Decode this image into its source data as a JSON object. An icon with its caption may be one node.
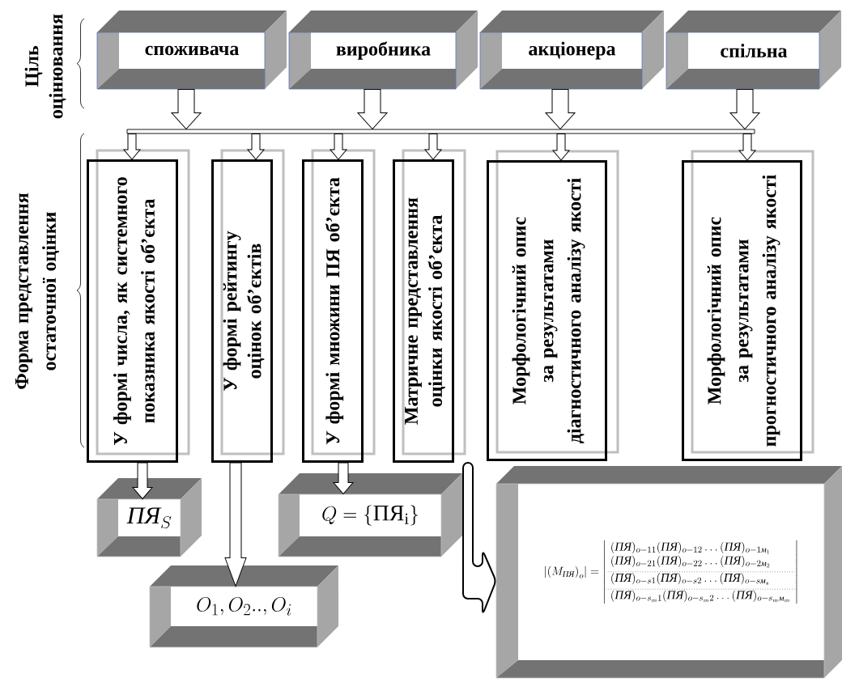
{
  "diagram": {
    "nodes": [
      {
        "text": [
          "споживача"
        ]
      },
      {
        "text": [
          "виробника"
        ]
      },
      {
        "text": [
          "акціонера"
        ]
      },
      {
        "text": [
          "спільна"
        ]
      },
      {
        "text": [],
        "shape": "bar"
      },
      {
        "text": [
          "У формі числа, як системного показника якості об’єкта"
        ]
      },
      {
        "text": [
          "У формі рейтингу оцінок об’єктів"
        ]
      },
      {
        "text": [
          "У формі множини ПЯ об’єкта"
        ]
      },
      {
        "text": [
          "Матричне представлення оцінки якості об’єкта"
        ]
      },
      {
        "text": [
          "Морфологічний опис за результатами діагностичного аналізу якості"
        ]
      },
      {
        "text": [
          "Морфологічний опис за результатами прогностичного аналізу якості"
        ]
      },
      {
        "text": [
          "\\textit{ПЯ}_{S}"
        ]
      },
      {
        "text": [
          "O_{1},O_{2}..,O_{i}"
        ]
      },
      {
        "text": [
          "Q = \\left\\{\\text{ПЯ}_{\\mathrm{i}}\\right\\}"
        ]
      },
      {
        "text": [
          "\\left|\\left(M_{\\textit{ПЯ}}\\right)_{o}\\right| = \\left|\\begin{array}{l}(\\textit{ПЯ})_{o-11}(\\textit{ПЯ})_{o-12}\\ldots(\\textit{ПЯ})_{o-1\\textit{м}_{1}}\\\\(\\textit{ПЯ})_{o-21}(\\textit{ПЯ})_{o-22}\\ldots(\\textit{ПЯ})_{o-2\\textit{м}_{2}}\\\\[4pt]\\hdashline[1pt/2pt](\\textit{ПЯ})_{o-s1}(\\textit{ПЯ})_{o-s2}\\ldots(\\textit{ПЯ})_{o-s\\textit{м}_{s}}\\\\[4pt]\\hdashline[1pt/2pt](\\textit{ПЯ})_{o-s_{m}1}(\\textit{ПЯ})_{o-s_{m}2}\\ldots(\\textit{ПЯ})_{o-s_{m}\\textit{м}_{m}}\\end{array}\\right|"
        ]
      }
    ],
    "edges": [
      {
        "from": 0,
        "to": 4,
        "arrow": "to"
      },
      {
        "from": 1,
        "to": 4,
        "arrow": "to"
      },
      {
        "from": 2,
        "to": 4,
        "arrow": "to"
      },
      {
        "from": 3,
        "to": 4,
        "arrow": "to"
      },
      {
        "from": 4,
        "to": 5,
        "arrow": "to"
      },
      {
        "from": 4,
        "to": 6,
        "arrow": "to"
      },
      {
        "from": 4,
        "to": 7,
        "arrow": "to"
      },
      {
        "from": 4,
        "to": 8,
        "arrow": "to"
      },
      {
        "from": 4,
        "to": 9,
        "arrow": "to"
      },
      {
        "from": 4,
        "to": 10,
        "arrow": "to"
      },
      {
        "from": 5,
        "to": 11,
        "arrow": "to"
      },
      {
        "from": 6,
        "to": 12,
        "arrow": "to"
      },
      {
        "from": 7,
        "to": 13,
        "arrow": "to"
      },
      {
        "from": 8,
        "to": 14,
        "arrow": "to"
      }
    ],
    "labels": [
      "Ціль оцінювання",
      "Форма представлення остаточної оцінки"
    ]
  }
}
